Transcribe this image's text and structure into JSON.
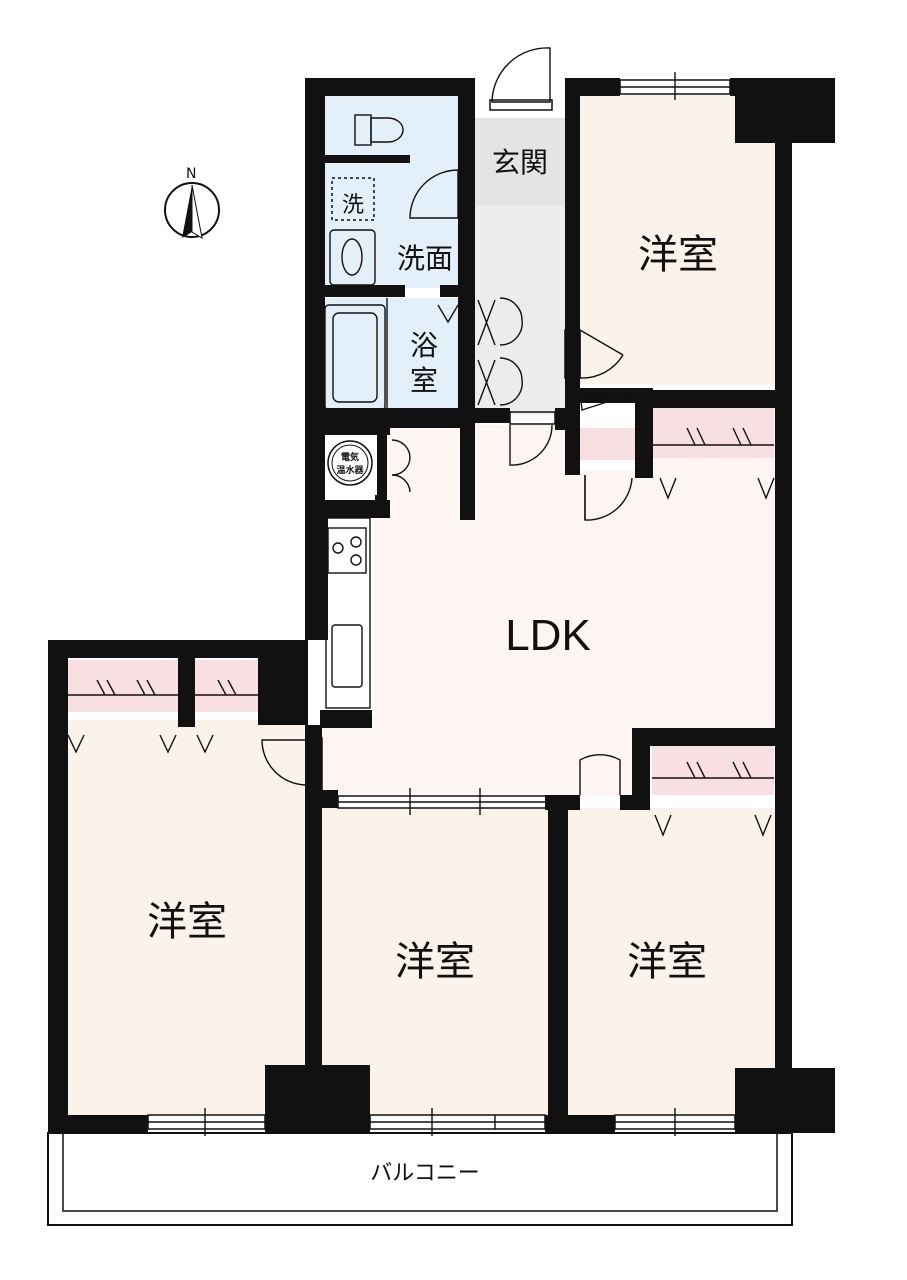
{
  "plan": {
    "north": "N",
    "rooms": {
      "entrance": "玄関",
      "washroom": "洗面",
      "washer": "洗",
      "bath_1": "浴",
      "bath_2": "室",
      "ldk": "LDK",
      "bedroom_ne": "洋室",
      "bedroom_sw": "洋室",
      "bedroom_s1": "洋室",
      "bedroom_s2": "洋室",
      "balcony": "バルコニー"
    },
    "water_heater": {
      "line1": "電気",
      "line2": "温水器"
    },
    "colors": {
      "room": "#fbf2ea",
      "water": "#e3f0f9",
      "hall": "#e4e4e4",
      "closet": "#f8dfe2",
      "wall": "#111111"
    }
  }
}
